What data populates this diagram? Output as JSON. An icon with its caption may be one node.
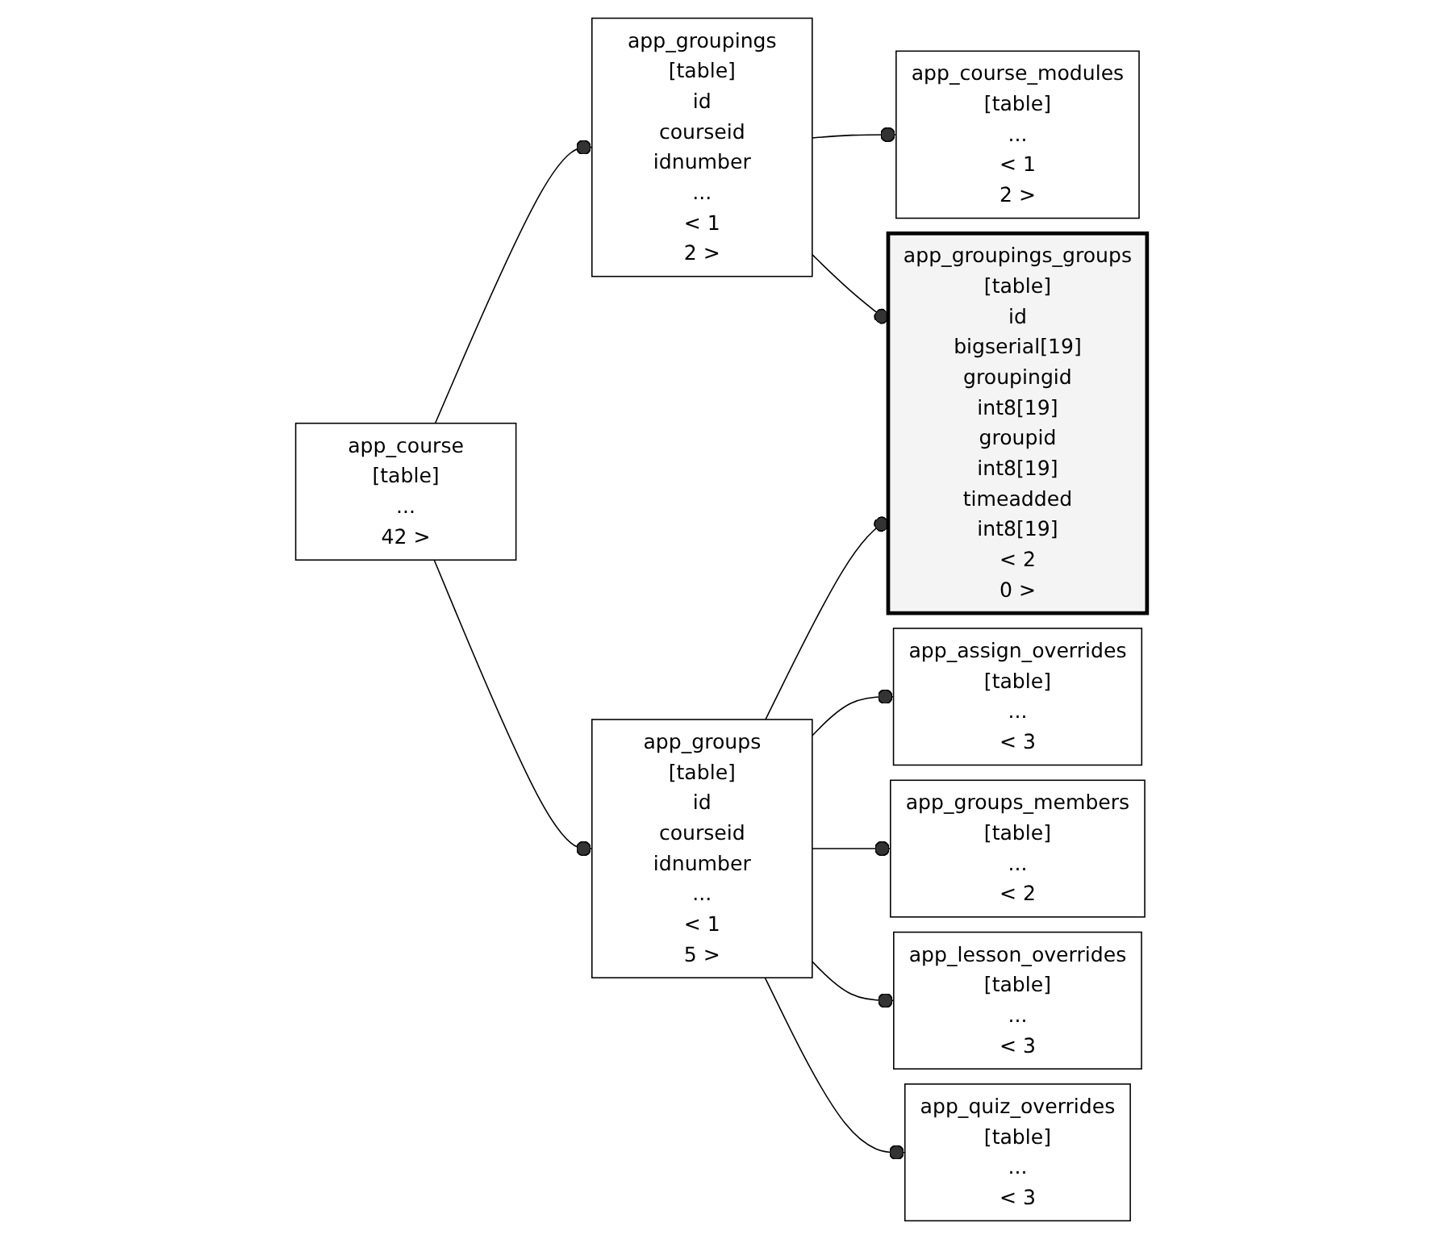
{
  "diagram": {
    "nodes": [
      {
        "text": [
          "app_course",
          "[table]",
          "...",
          "42 >"
        ]
      },
      {
        "text": [
          "app_groupings",
          "[table]",
          "id",
          "courseid",
          "idnumber",
          "...",
          "< 1",
          "2 >"
        ]
      },
      {
        "text": [
          "app_groups",
          "[table]",
          "id",
          "courseid",
          "idnumber",
          "...",
          "< 1",
          "5 >"
        ]
      },
      {
        "text": [
          "app_course_modules",
          "[table]",
          "...",
          "< 1",
          "2 >"
        ]
      },
      {
        "text": [
          "app_groupings_groups",
          "[table]",
          "id",
          "bigserial[19]",
          "groupingid",
          "int8[19]",
          "groupid",
          "int8[19]",
          "timeadded",
          "int8[19]",
          "< 2",
          "0 >"
        ]
      },
      {
        "text": [
          "app_assign_overrides",
          "[table]",
          "...",
          "< 3"
        ]
      },
      {
        "text": [
          "app_groups_members",
          "[table]",
          "...",
          "< 2"
        ]
      },
      {
        "text": [
          "app_lesson_overrides",
          "[table]",
          "...",
          "< 3"
        ]
      },
      {
        "text": [
          "app_quiz_overrides",
          "[table]",
          "...",
          "< 3"
        ]
      }
    ],
    "edges": [
      {
        "from": 0,
        "to": 1,
        "arrow": "other"
      },
      {
        "from": 0,
        "to": 2,
        "arrow": "other"
      },
      {
        "from": 1,
        "to": 3,
        "arrow": "other"
      },
      {
        "from": 1,
        "to": 4,
        "arrow": "other"
      },
      {
        "from": 2,
        "to": 4,
        "arrow": "other"
      },
      {
        "from": 2,
        "to": 5,
        "arrow": "other"
      },
      {
        "from": 2,
        "to": 6,
        "arrow": "other"
      },
      {
        "from": 2,
        "to": 7,
        "arrow": "other"
      },
      {
        "from": 2,
        "to": 8,
        "arrow": "other"
      }
    ]
  }
}
